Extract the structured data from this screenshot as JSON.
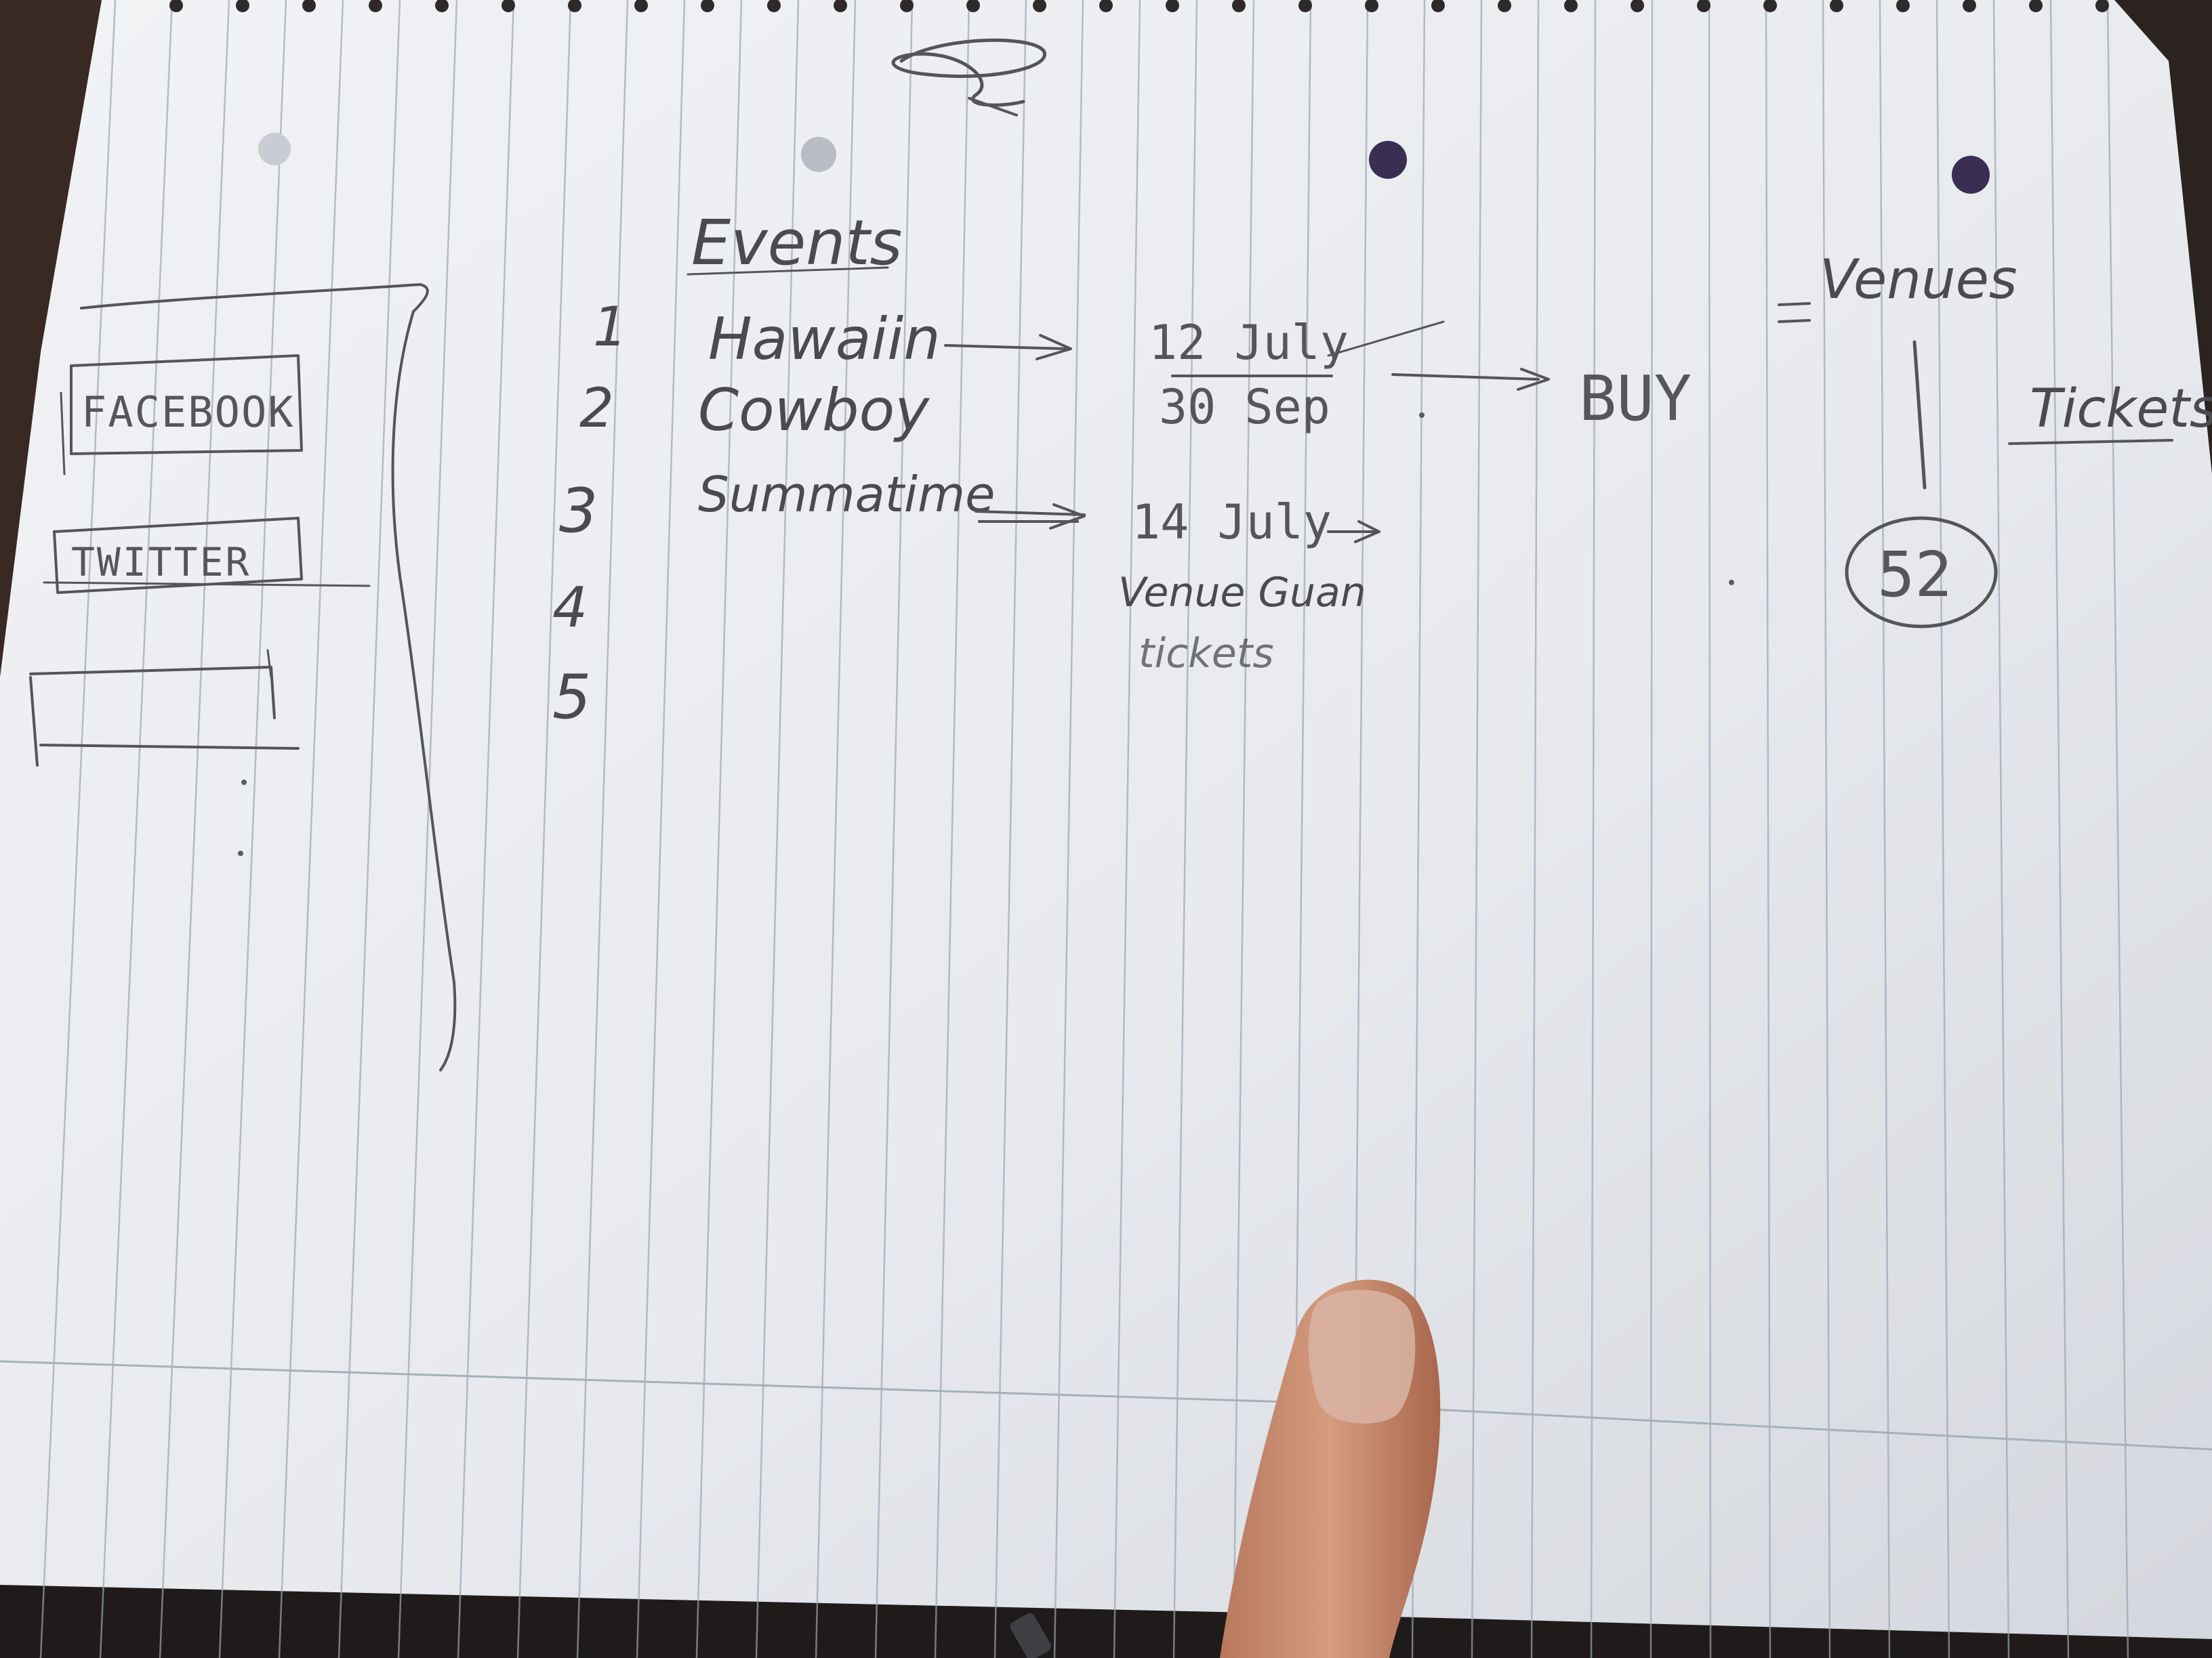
{
  "colors": {
    "paper": "#e9ebef",
    "paper_shadow": "#c9ccd3",
    "rule_line": "#9aa6b0",
    "ink": "#4a4a4f",
    "hole": "#3a2f52",
    "background": "#2a2320",
    "thumb": "#c98f73"
  },
  "sidebar": {
    "facebook_label": "FACEBOOK",
    "twitter_label": "TWITTER"
  },
  "events": {
    "heading": "Events",
    "numbers": [
      "1",
      "2",
      "3",
      "4",
      "5"
    ],
    "names": [
      "Hawaiin",
      "Cowboy",
      "Summatime"
    ],
    "dates": [
      "12 July",
      "30 Sep",
      "14 July"
    ],
    "venue_note": "Venue Guan",
    "tickets_note": "tickets",
    "buy_label": "BUY"
  },
  "right_column": {
    "venues_label": "Venues",
    "tickets_label": "Tickets",
    "circle_number": "52"
  },
  "icons": {
    "arrow": "arrow-right-icon",
    "sketch_logo": "scribble-logo-icon"
  }
}
